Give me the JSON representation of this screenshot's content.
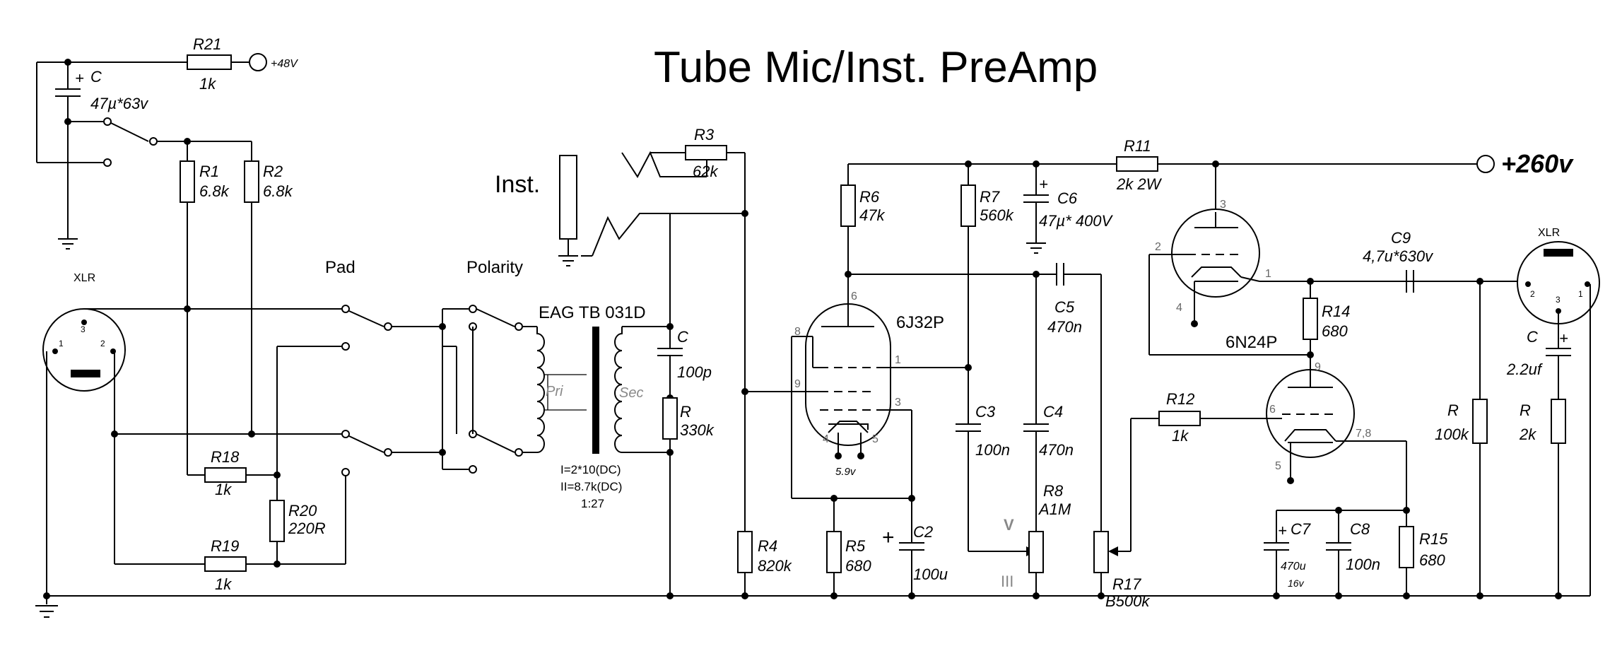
{
  "title": "Tube Mic/Inst. PreAmp",
  "supply": {
    "p48": "+48V",
    "p260": "+260v"
  },
  "labels": {
    "pad": "Pad",
    "polarity": "Polarity",
    "inst": "Inst.",
    "xlr_in": "XLR",
    "xlr_out": "XLR",
    "transformer": "EAG TB 031D",
    "pri": "Pri",
    "sec": "Sec",
    "tf_i": "I=2*10(DC)",
    "tf_ii": "II=8.7k(DC)",
    "tf_ratio": "1:27",
    "tube1": "6J32P",
    "tube2": "6N24P",
    "heater": "5.9v",
    "v_mark": "V",
    "iii_mark": "III"
  },
  "components": {
    "R21": {
      "name": "R21",
      "value": "1k"
    },
    "Cin": {
      "name": "C",
      "value": "47µ*63v"
    },
    "R1": {
      "name": "R1",
      "value": "6.8k"
    },
    "R2": {
      "name": "R2",
      "value": "6.8k"
    },
    "R18": {
      "name": "R18",
      "value": "1k"
    },
    "R19": {
      "name": "R19",
      "value": "1k"
    },
    "R20": {
      "name": "R20",
      "value": "220R"
    },
    "R3": {
      "name": "R3",
      "value": "62k"
    },
    "C100p": {
      "name": "C",
      "value": "100p"
    },
    "R330": {
      "name": "R",
      "value": "330k"
    },
    "R4": {
      "name": "R4",
      "value": "820k"
    },
    "R5": {
      "name": "R5",
      "value": "680"
    },
    "C2": {
      "name": "C2",
      "value": "100u"
    },
    "R6": {
      "name": "R6",
      "value": "47k"
    },
    "R7": {
      "name": "R7",
      "value": "560k"
    },
    "C6": {
      "name": "C6",
      "value": "47µ* 400V"
    },
    "C5": {
      "name": "C5",
      "value": "470n"
    },
    "C3": {
      "name": "C3",
      "value": "100n"
    },
    "C4": {
      "name": "C4",
      "value": "470n"
    },
    "R8": {
      "name": "R8",
      "value": "A1M"
    },
    "R17": {
      "name": "R17",
      "value": "B500k"
    },
    "R11": {
      "name": "R11",
      "value": "2k 2W"
    },
    "C9": {
      "name": "C9",
      "value": "4,7u*630v"
    },
    "R14": {
      "name": "R14",
      "value": "680"
    },
    "R12": {
      "name": "R12",
      "value": "1k"
    },
    "C7": {
      "name": "C7",
      "value": "470u",
      "rating": "16v"
    },
    "C8": {
      "name": "C8",
      "value": "100n"
    },
    "R15": {
      "name": "R15",
      "value": "680"
    },
    "Rout": {
      "name": "R",
      "value": "100k"
    },
    "Cout": {
      "name": "C",
      "value": "2.2uf"
    },
    "R2k": {
      "name": "R",
      "value": "2k"
    }
  },
  "pins": {
    "xlr_in": [
      "3",
      "1",
      "2"
    ],
    "xlr_out": [
      "2",
      "3",
      "1"
    ],
    "t1": [
      "6",
      "8",
      "9",
      "1",
      "3",
      "4",
      "5"
    ],
    "t2a": [
      "3",
      "2",
      "1",
      "4"
    ],
    "t2b": [
      "9",
      "6",
      "5",
      "7,8"
    ]
  }
}
